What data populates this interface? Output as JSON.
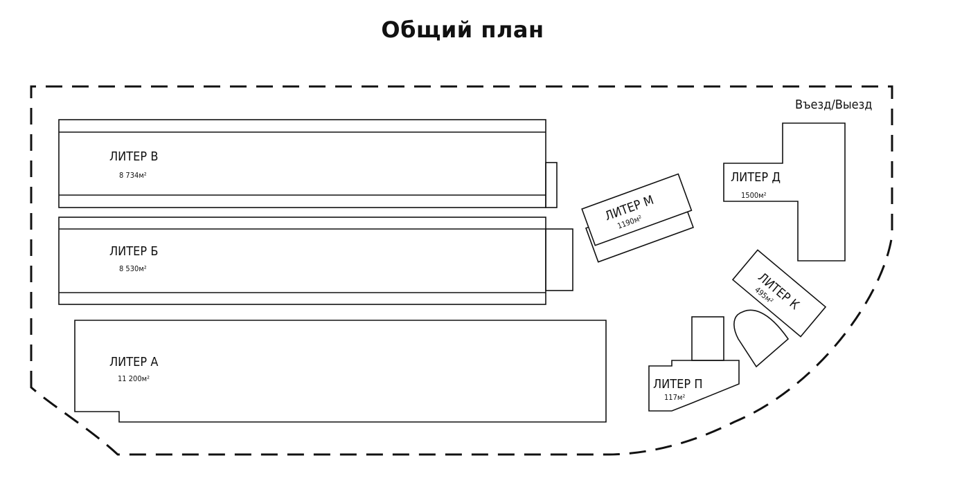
{
  "title": "Общий план",
  "entrance": "Въезд/Выезд",
  "buildings": {
    "v": {
      "name": "ЛИТЕР В",
      "area": "8 734м²"
    },
    "b": {
      "name": "ЛИТЕР Б",
      "area": "8 530м²"
    },
    "a": {
      "name": "ЛИТЕР А",
      "area": "11 200м²"
    },
    "m": {
      "name": "ЛИТЕР М",
      "area": "1190м²"
    },
    "d": {
      "name": "ЛИТЕР Д",
      "area": "1500м²"
    },
    "k": {
      "name": "ЛИТЕР К",
      "area": "495м²"
    },
    "p": {
      "name": "ЛИТЕР П",
      "area": "117м²"
    }
  }
}
